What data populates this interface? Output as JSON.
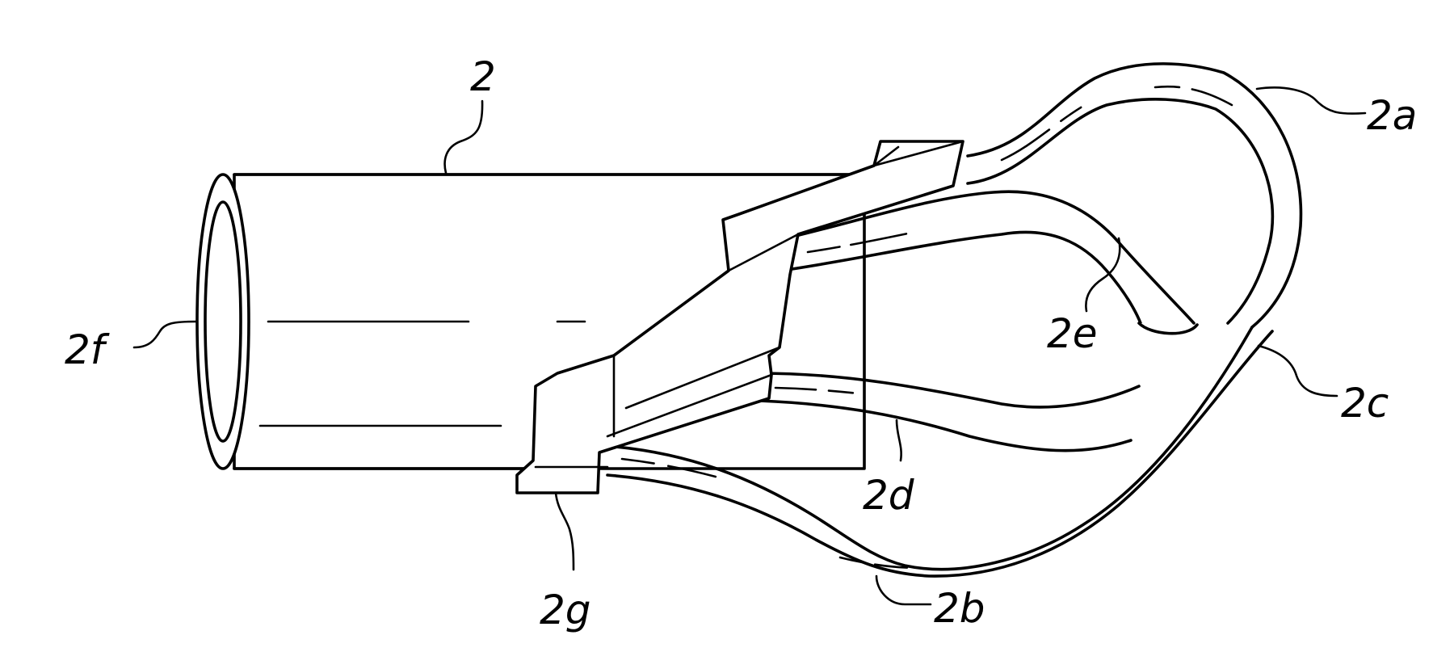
{
  "figure": {
    "labels": {
      "tube": "2",
      "end_opening": "2f",
      "connector": "2g",
      "upper_loop": "2a",
      "lower_loop": "2b",
      "loop_tip": "2c",
      "middle_wire": "2d",
      "inner_hook": "2e"
    }
  }
}
